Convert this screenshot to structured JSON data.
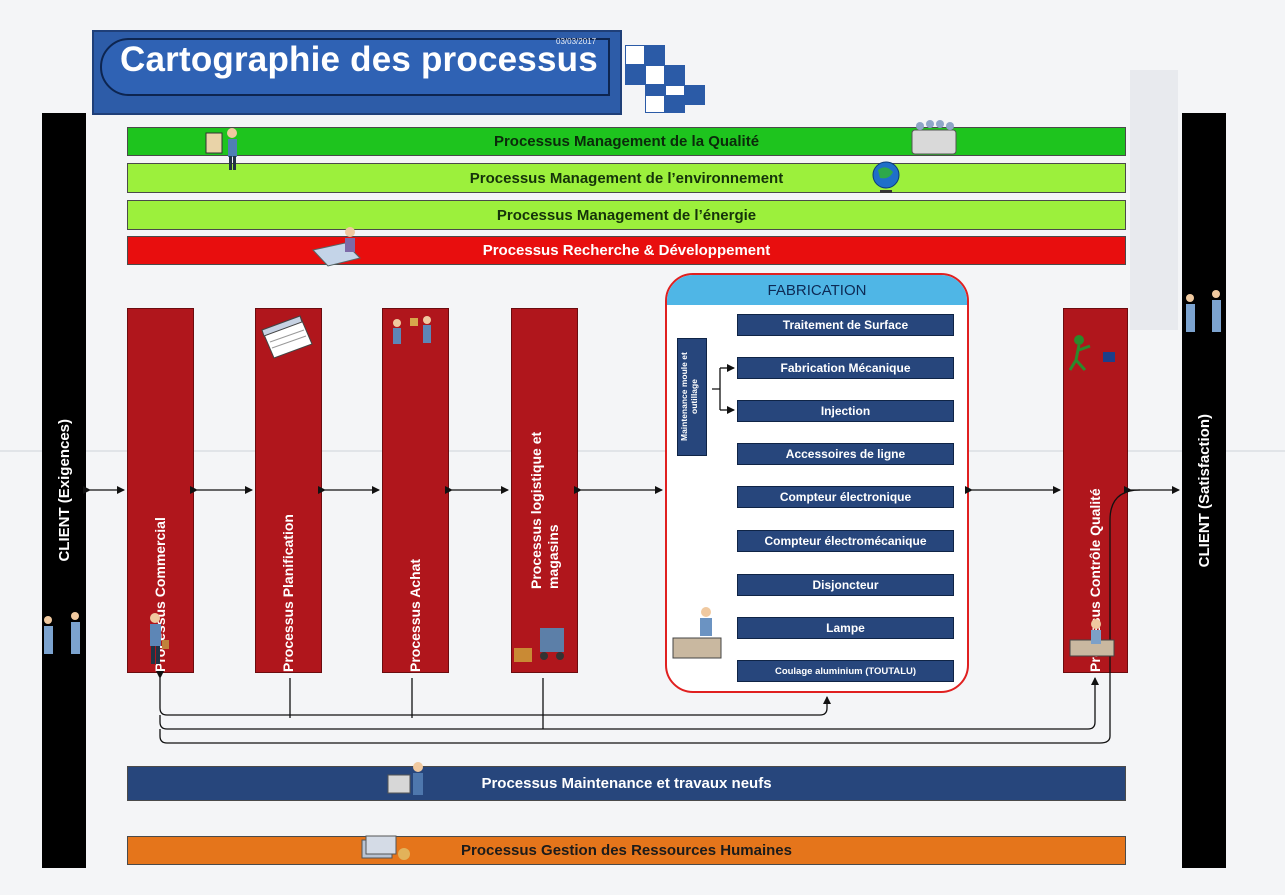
{
  "header": {
    "title": "Cartographie des processus",
    "date": "03/03/2017"
  },
  "clients": {
    "left": "CLIENT (Exigences)",
    "right": "CLIENT (Satisfaction)"
  },
  "management_bars": [
    "Processus Management de la Qualité",
    "Processus Management de l’environnement",
    "Processus Management de l’énergie",
    "Processus Recherche & Développement"
  ],
  "process_columns": [
    "Processus Commercial",
    "Processus Planification",
    "Processus Achat",
    "Processus logistique et magasins",
    "Processus Contrôle Qualité"
  ],
  "fabrication": {
    "title": "FABRICATION",
    "maintenance_label": "Maintenance moule et outillage",
    "items": [
      "Traitement de Surface",
      "Fabrication Mécanique",
      "Injection",
      "Accessoires de ligne",
      "Compteur électronique",
      "Compteur électromécanique",
      "Disjoncteur",
      "Lampe",
      "Coulage aluminium (TOUTALU)"
    ]
  },
  "bottom_bars": {
    "maintenance": "Processus Maintenance et travaux neufs",
    "hr": "Processus Gestion des Ressources Humaines"
  },
  "colors": {
    "title_blue": "#2d5ca8",
    "quality_green": "#1ec41e",
    "env_green": "#9cf03c",
    "rd_red": "#e80e0e",
    "process_red": "#b0161c",
    "navy": "#27467c",
    "hr_orange": "#e5751b",
    "fab_header": "#4fb6e6"
  },
  "icons": [
    "presenter-icon",
    "meeting-icon",
    "globe-icon",
    "desk-worker-icon",
    "calendar-icon",
    "handshake-icon",
    "worker-icon",
    "forklift-icon",
    "inspector-icon",
    "lab-worker-icon",
    "technician-icon",
    "documents-icon"
  ]
}
